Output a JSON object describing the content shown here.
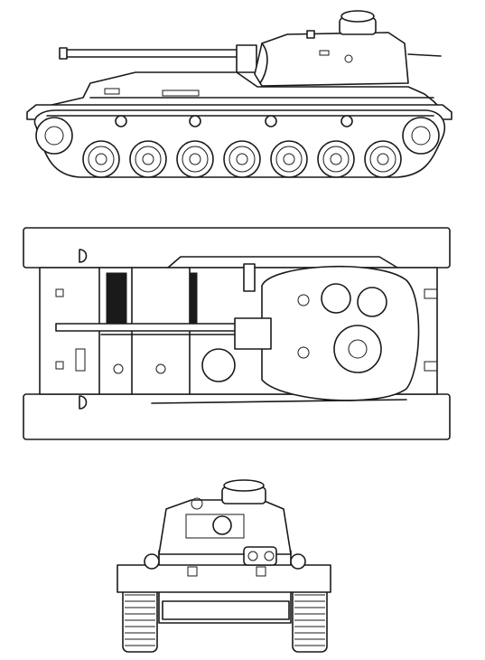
{
  "drawing": {
    "views": [
      {
        "id": "side",
        "description_name": "side-elevation"
      },
      {
        "id": "top",
        "description_name": "plan-view"
      },
      {
        "id": "front",
        "description_name": "front-elevation"
      }
    ],
    "road_wheels_per_side": 7,
    "line_color": "#1a1a1a",
    "background_color": "#ffffff"
  }
}
